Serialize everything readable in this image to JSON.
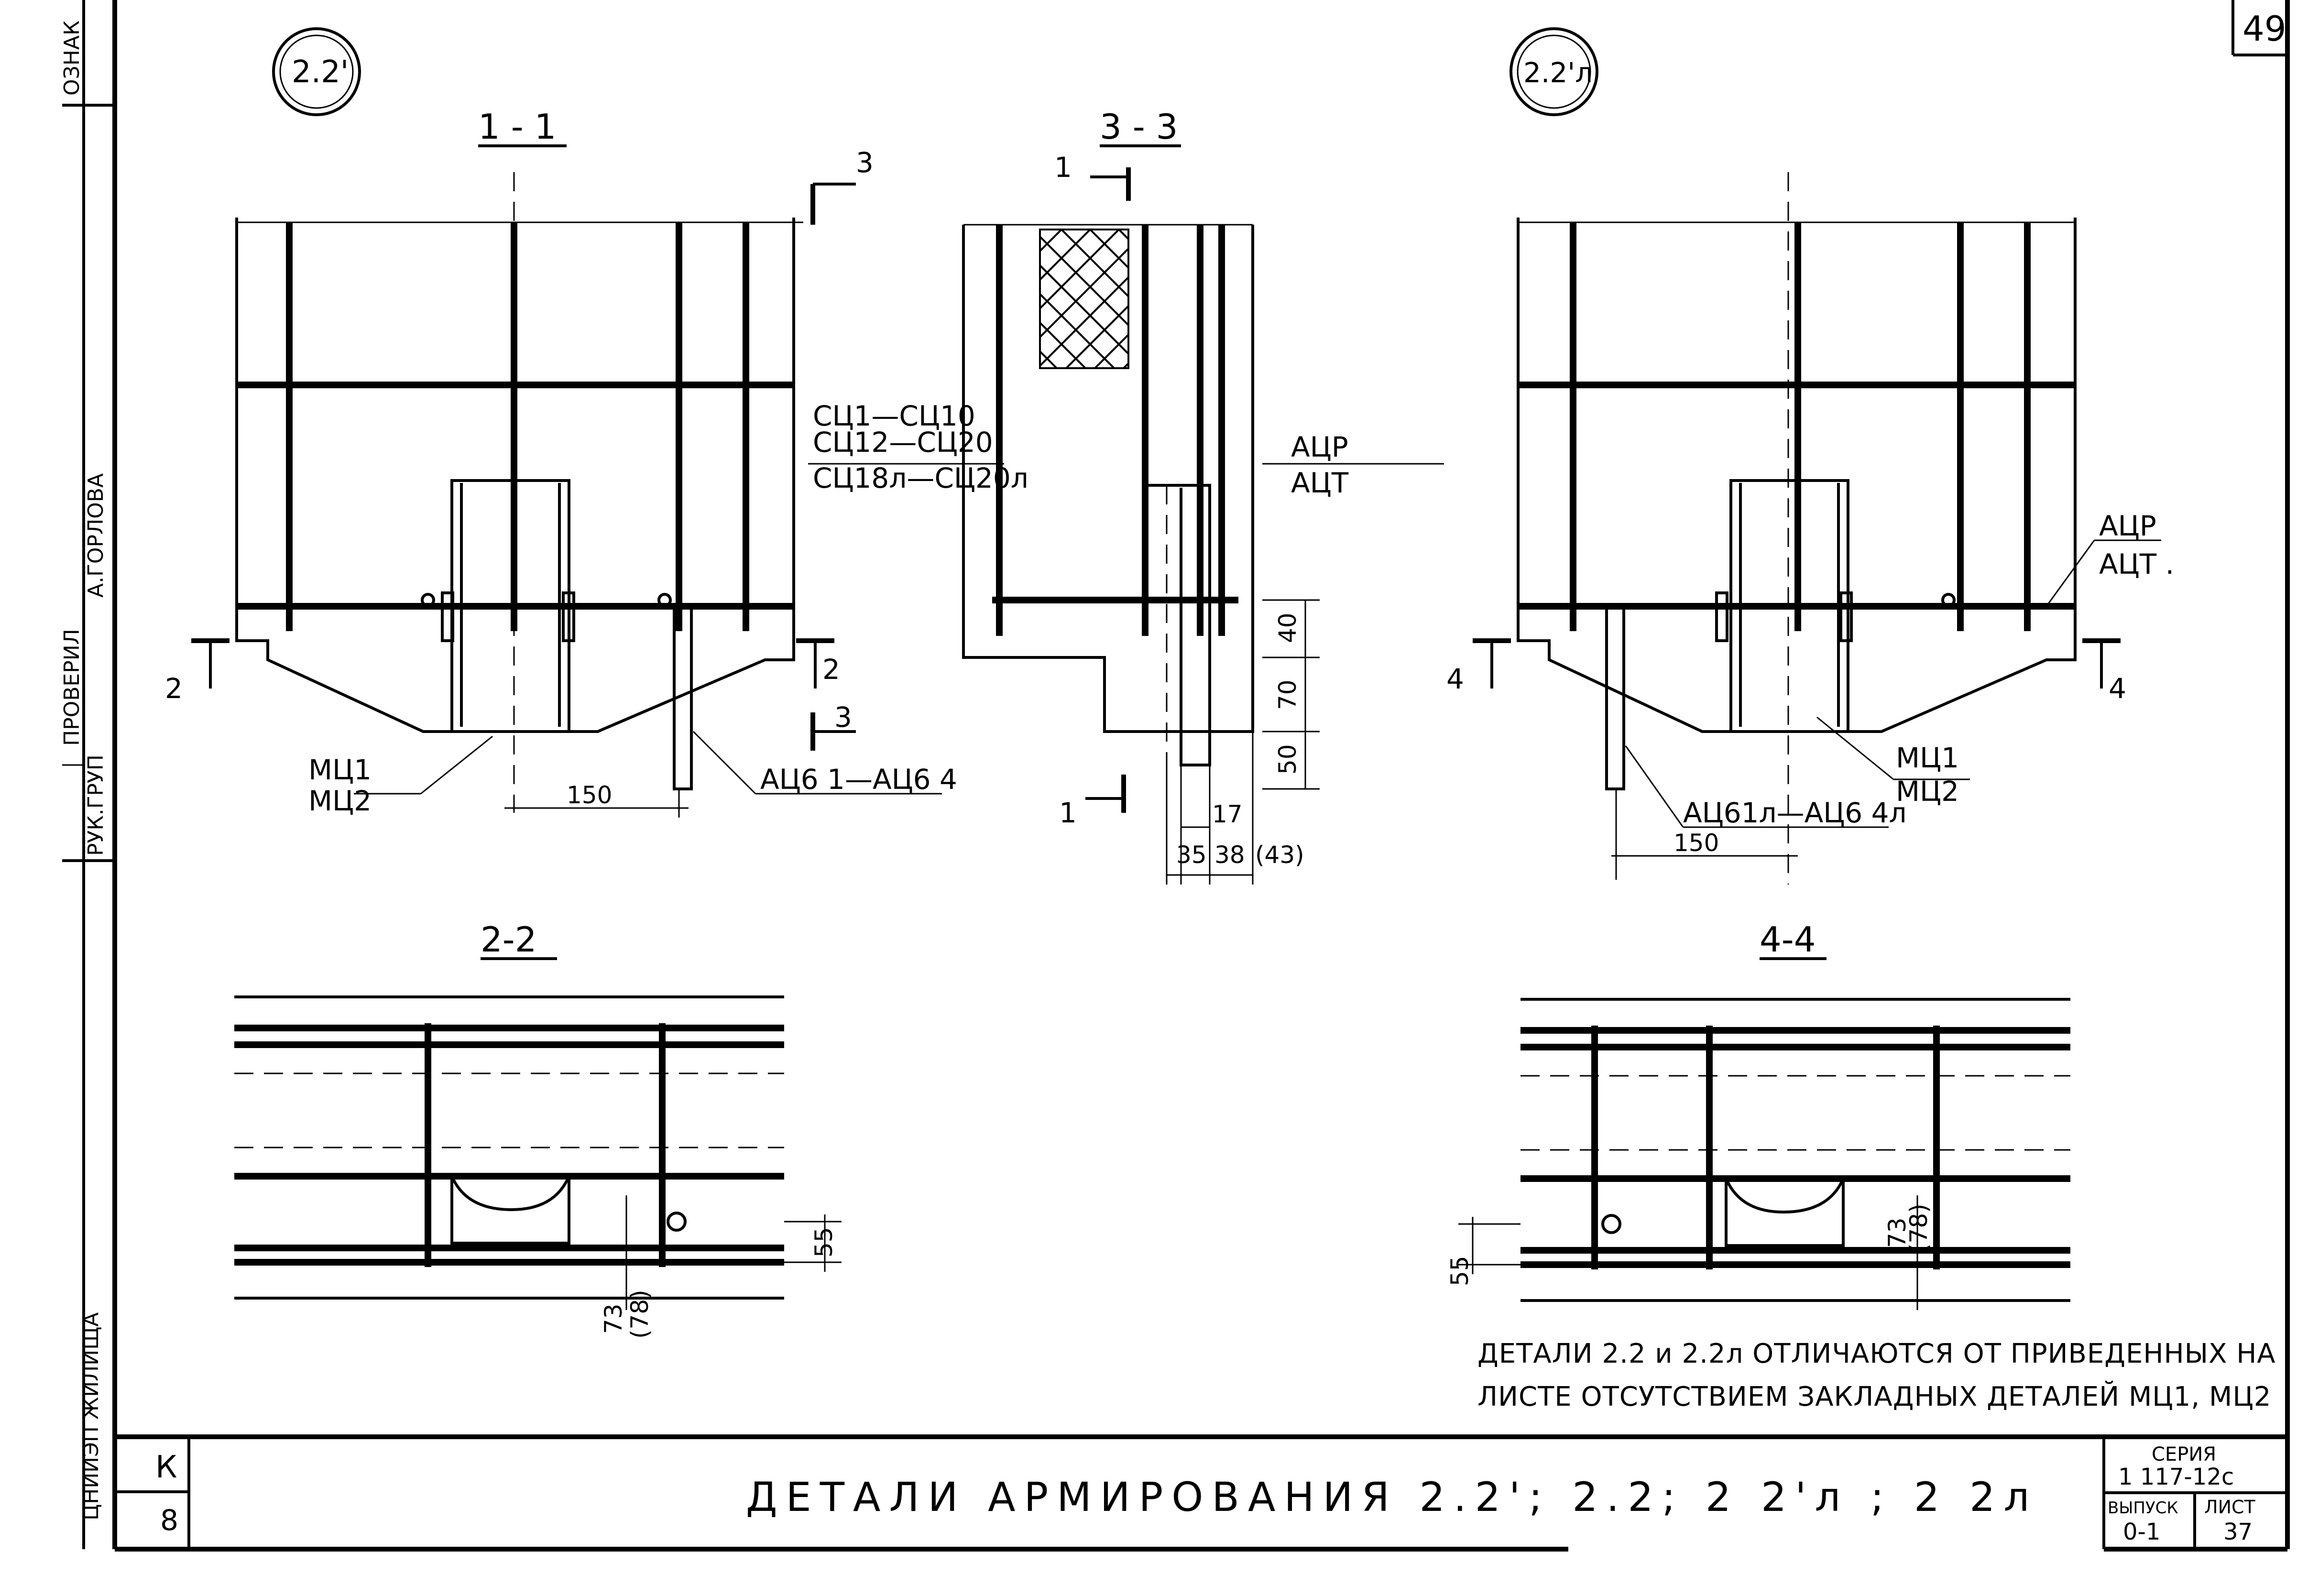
{
  "sheet_number": "49",
  "detail_markers": {
    "left": "2.2'",
    "right": "2.2'л"
  },
  "sections": {
    "s11": {
      "title": "1 - 1",
      "cut_marks": [
        "2",
        "2",
        "3",
        "3"
      ]
    },
    "s33": {
      "title": "3 - 3",
      "cut_marks": [
        "1",
        "1"
      ]
    },
    "s22": {
      "title": "2-2"
    },
    "s44": {
      "title": "4-4",
      "cut_marks": [
        "4",
        "4"
      ]
    }
  },
  "labels": {
    "sc_line1": "СЦ1—СЦ10",
    "sc_line2": "СЦ12—СЦ20",
    "sc_line3": "СЦ18л—СЦ20л",
    "acr": "АЦР",
    "act": "АЦТ",
    "acr_right": "АЦР",
    "act_right": "АЦТ .",
    "mc1": "МЦ1",
    "mc2": "МЦ2",
    "mc1_right": "МЦ1",
    "mc2_right": "МЦ2",
    "ac_left": "АЦ6 1—АЦ6 4",
    "ac_right": "АЦ61л—АЦ6 4л"
  },
  "dimensions": {
    "d150_left": "150",
    "d150_right": "150",
    "d40": "40",
    "d70": "70",
    "d50": "50",
    "d17": "17",
    "d35": "35",
    "d38": "38",
    "d43": "(43)",
    "d55_left": "55",
    "d55_right": "55",
    "d73_left": "73",
    "d78_left": "(78)",
    "d73_right": "73",
    "d78_right": "(78)"
  },
  "note": {
    "line1": "ДЕТАЛИ 2.2 и 2.2л ОТЛИЧАЮТСЯ ОТ ПРИВЕДЕННЫХ НА",
    "line2": "ЛИСТЕ ОТСУТСТВИЕМ ЗАКЛАДНЫХ ДЕТАЛЕЙ МЦ1, МЦ2"
  },
  "title_block": {
    "title": "ДЕТАЛИ  АРМИРОВАНИЯ 2.2'; 2.2; 2 2'л ; 2 2л",
    "series_label": "СЕРИЯ",
    "series_value": "1 117-12с",
    "issue_label": "ВЫПУСК",
    "issue_value": "0-1",
    "sheet_label": "ЛИСТ",
    "sheet_value": "37",
    "left_code_top": "К",
    "left_code_bottom": "8"
  },
  "margin": {
    "org": "ЦНИИЭП ЖИЛИЩА",
    "role1": "РУК.ГРУП",
    "role2": "ПРОВЕРИЛ",
    "name": "А.ГОРЛОВА",
    "extra": "ОЗНАК"
  }
}
